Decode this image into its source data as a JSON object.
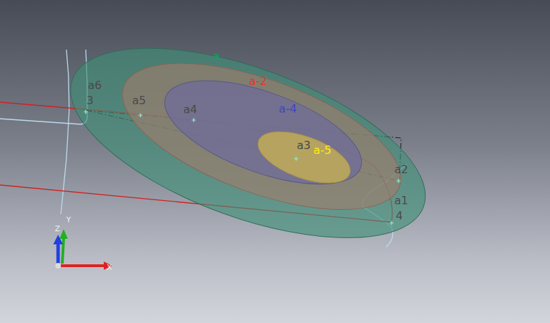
{
  "diagram": {
    "nodes": [
      {
        "text": [
          "a"
        ]
      },
      {
        "text": [
          "a-2"
        ],
        "in": 0
      },
      {
        "text": [
          "a-4"
        ],
        "in": 1
      },
      {
        "text": [
          "a-5"
        ],
        "in": 2
      }
    ],
    "labels": [
      "a6",
      "3",
      "a5",
      "a4",
      "a3",
      "a2",
      "a1",
      "4",
      "Z",
      "Y",
      "X"
    ]
  }
}
